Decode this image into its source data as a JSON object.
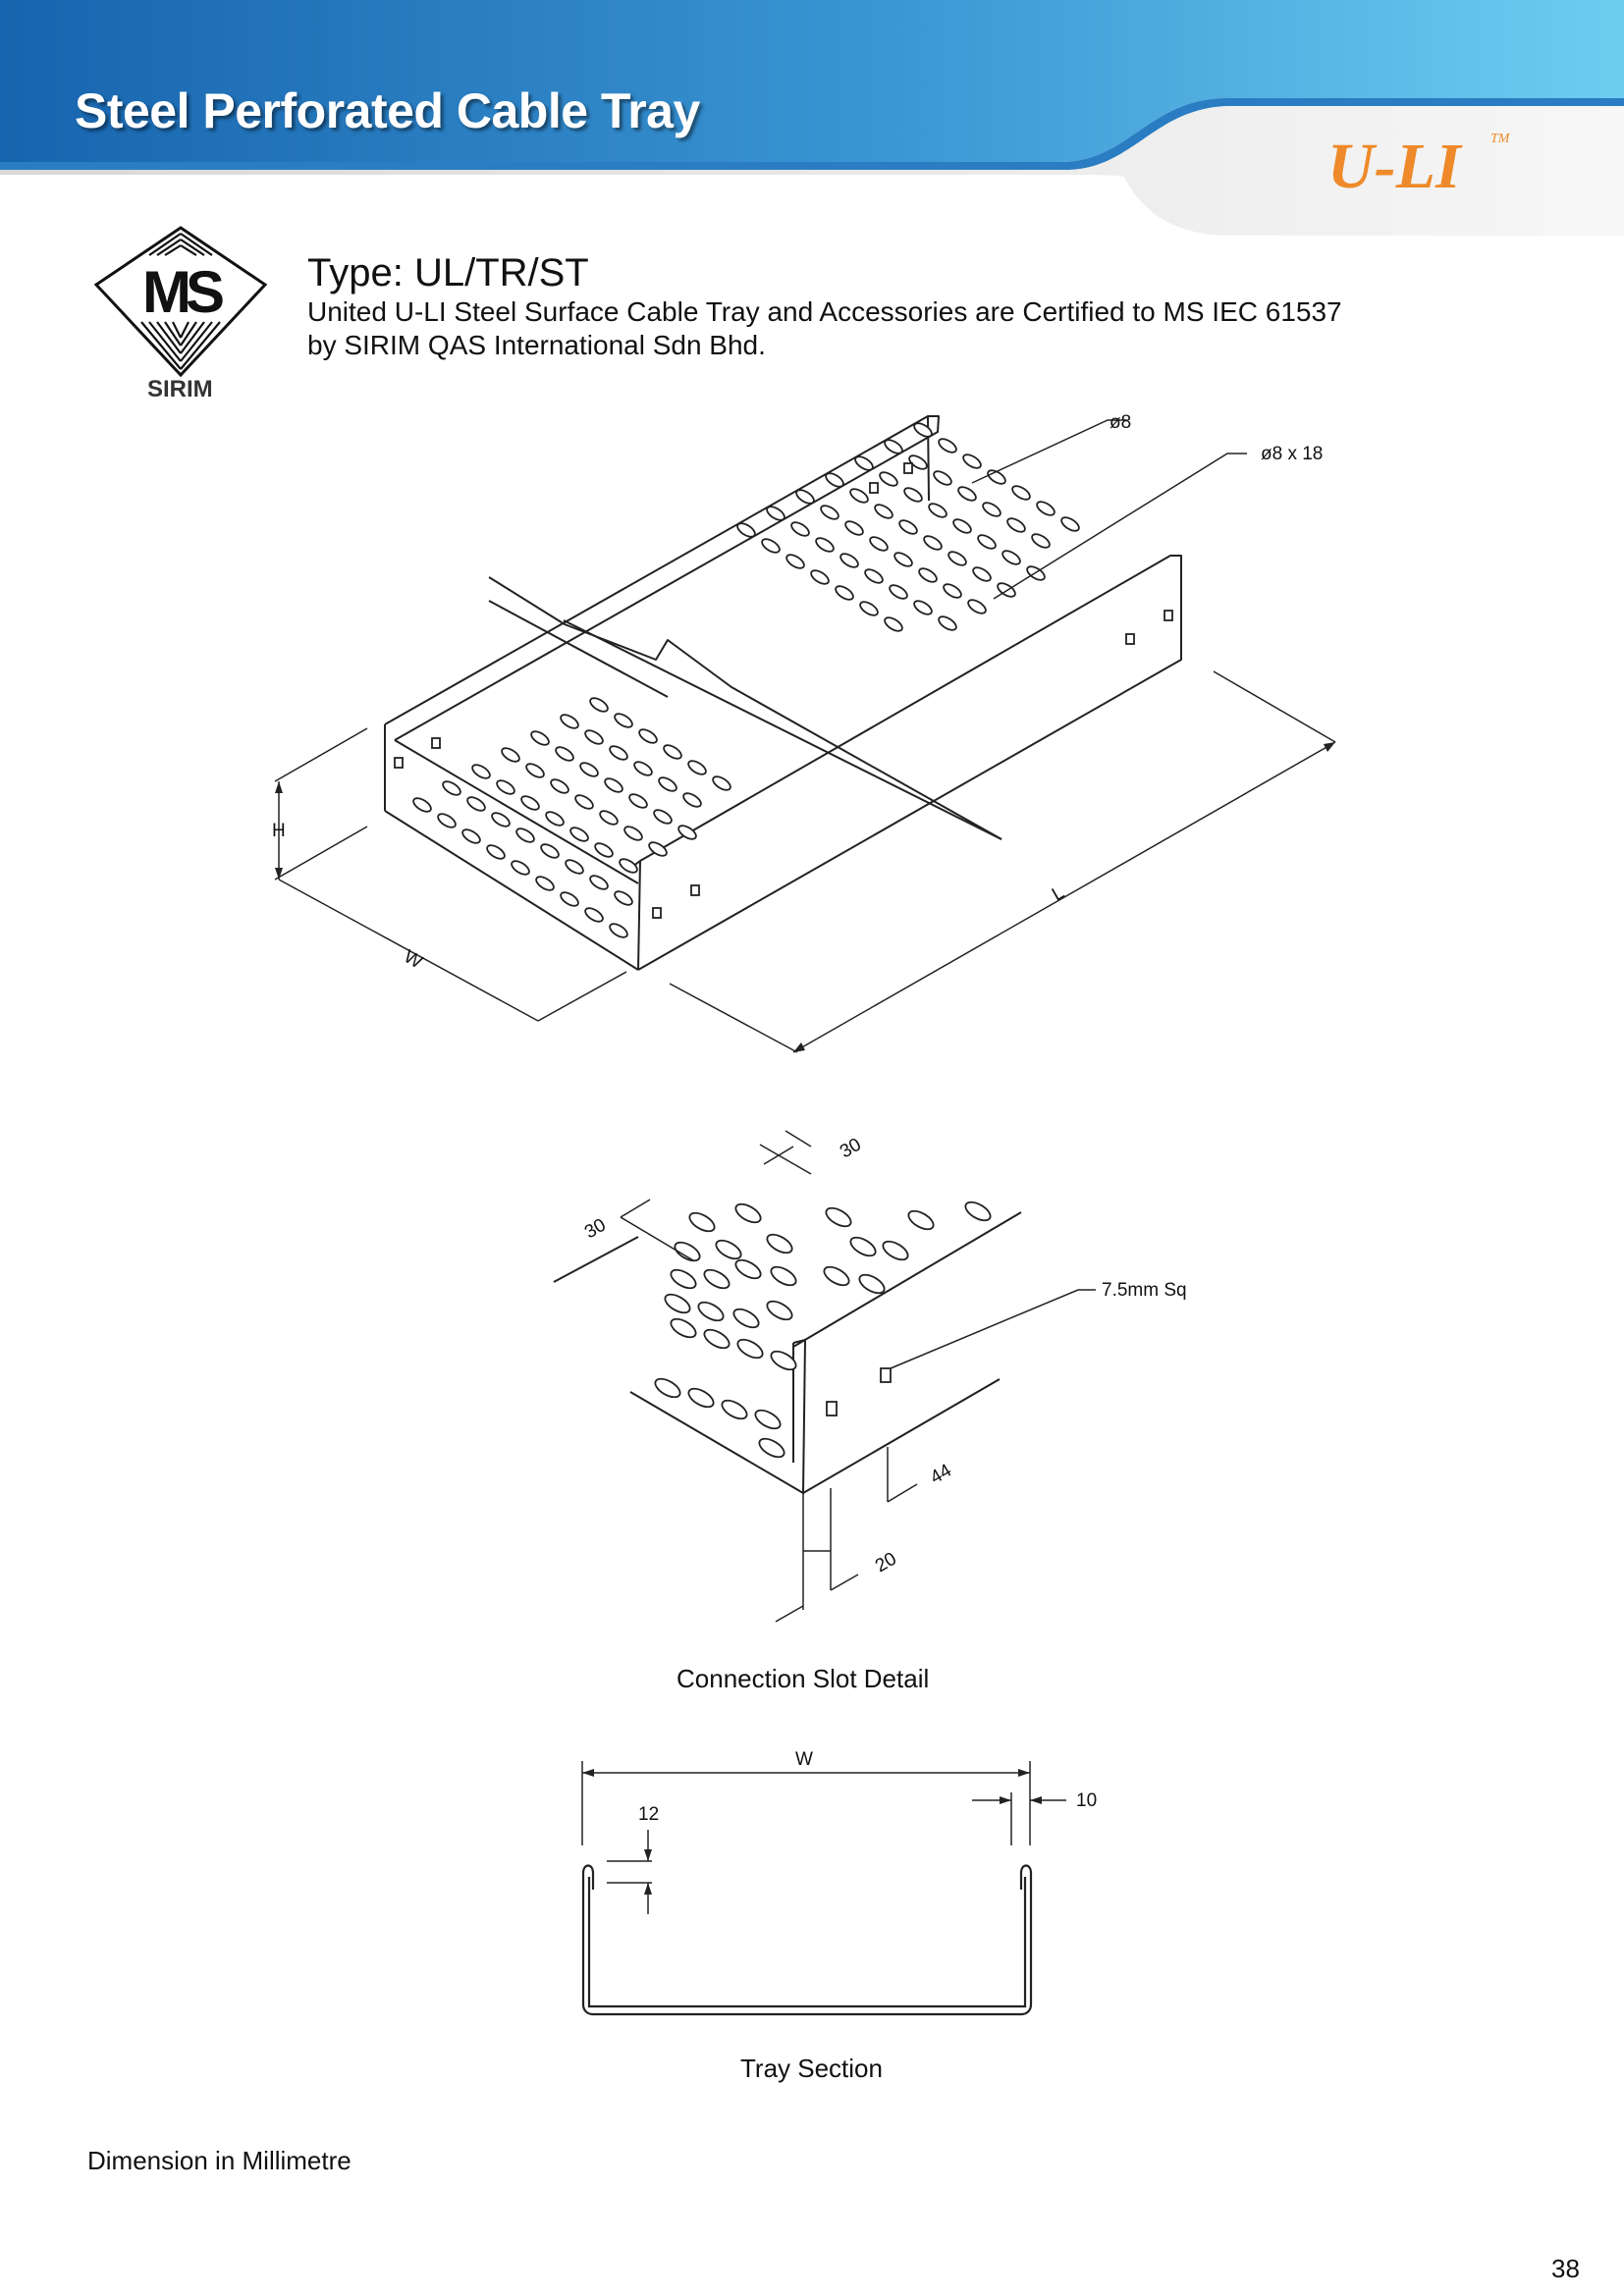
{
  "header": {
    "title": "Steel Perforated Cable Tray",
    "brand": "U-LI",
    "brand_tm": "TM",
    "colors": {
      "band_dark": "#1a6fb5",
      "band_light": "#6ccbf0",
      "brand": "#ee8a2a"
    }
  },
  "certification": {
    "logo_text": "MS",
    "logo_caption": "SIRIM"
  },
  "product": {
    "type": "Type: UL/TR/ST",
    "description_line1": "United U-LI Steel Surface Cable Tray and Accessories are Certified to MS IEC 61537",
    "description_line2": "by SIRIM QAS International Sdn Bhd."
  },
  "main_drawing": {
    "labels": {
      "hole_dia": "ø8",
      "slot": "ø8 x 18",
      "height": "H",
      "width": "W",
      "length": "L"
    }
  },
  "slot_detail": {
    "caption": "Connection Slot Detail",
    "labels": {
      "pitch_a": "30",
      "pitch_b": "30",
      "square_hole": "7.5mm Sq",
      "dim_44": "44",
      "dim_20": "20"
    }
  },
  "tray_section": {
    "caption": "Tray Section",
    "labels": {
      "width": "W",
      "lip_height": "12",
      "lip_width": "10"
    }
  },
  "footer": {
    "note": "Dimension in Millimetre",
    "page_number": "38"
  }
}
